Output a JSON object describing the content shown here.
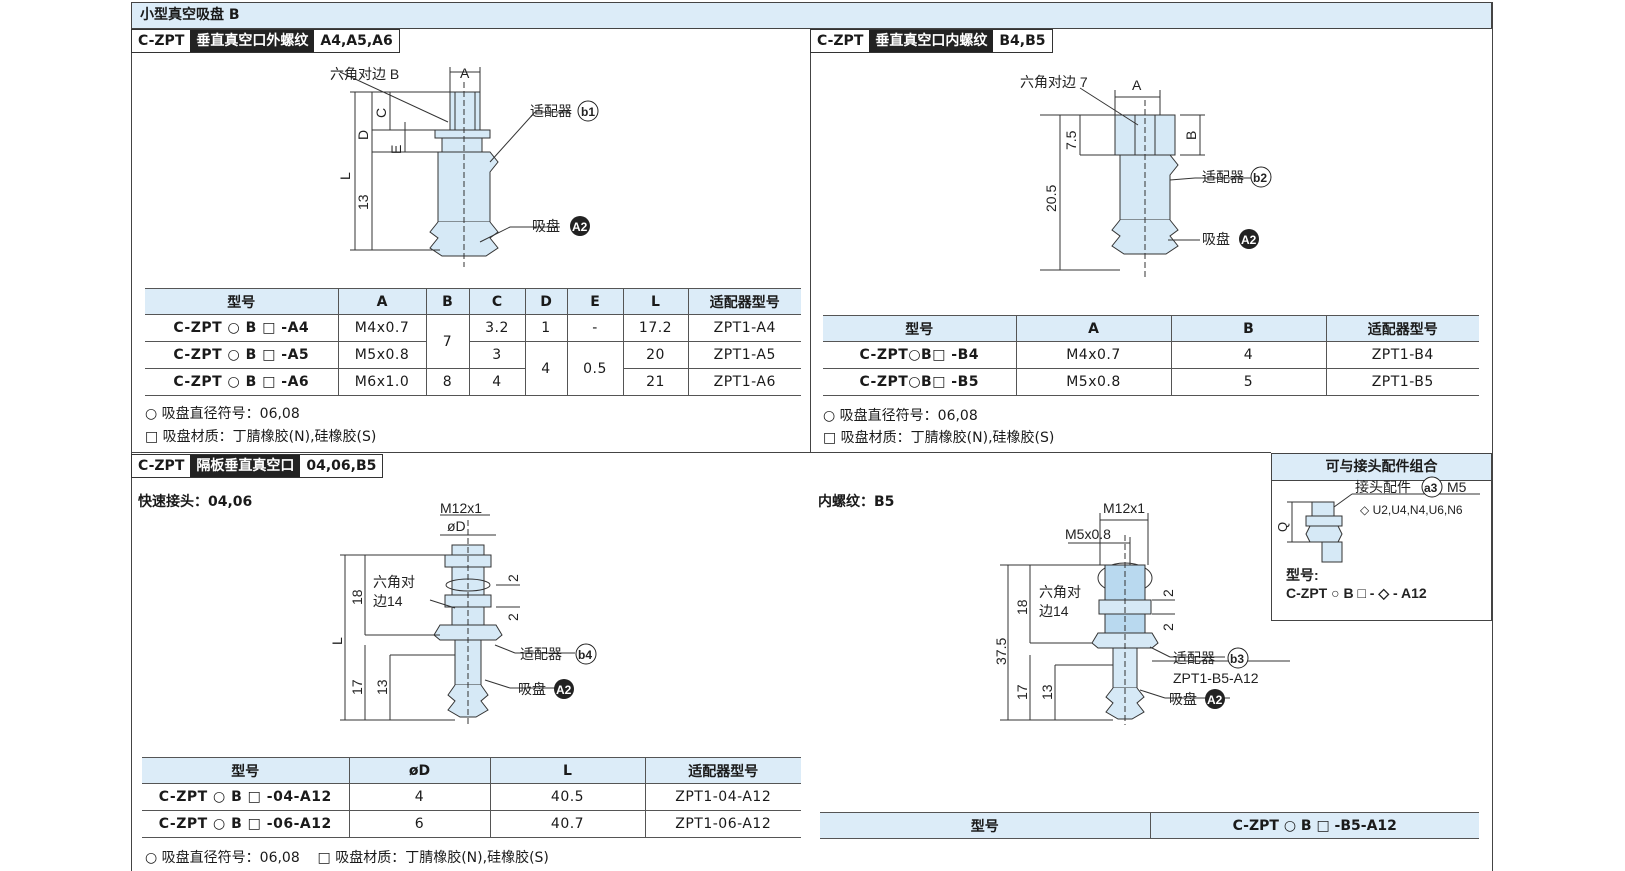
{
  "title": "小型真空吸盘 B",
  "sec1": {
    "tag": [
      "C-ZPT",
      "垂直真空口外螺纹",
      "A4,A5,A6"
    ],
    "labels": {
      "hex": "六角对边 B",
      "A": "A",
      "C": "C",
      "D": "D",
      "E": "E",
      "L": "L",
      "n13": "13",
      "adapter": "适配器",
      "adapter_badge": "b1",
      "pad": "吸盘",
      "pad_badge": "A2"
    },
    "headers": [
      "型号",
      "A",
      "B",
      "C",
      "D",
      "E",
      "L",
      "适配器型号"
    ],
    "rows": [
      {
        "model": "C-ZPT ○ B □ -A4",
        "A": "M4x0.7",
        "B": "7",
        "C": "3.2",
        "D": "1",
        "E": "-",
        "L": "17.2",
        "adp": "ZPT1-A4"
      },
      {
        "model": "C-ZPT ○ B □ -A5",
        "A": "M5x0.8",
        "C": "3",
        "D": "4",
        "E": "0.5",
        "L": "20",
        "adp": "ZPT1-A5"
      },
      {
        "model": "C-ZPT ○ B □ -A6",
        "A": "M6x1.0",
        "B": "8",
        "C": "4",
        "L": "21",
        "adp": "ZPT1-A6"
      }
    ],
    "notes": [
      "○ 吸盘直径符号：06,08",
      "□ 吸盘材质：丁腈橡胶(N),硅橡胶(S)"
    ]
  },
  "sec2": {
    "tag": [
      "C-ZPT",
      "垂直真空口内螺纹",
      "B4,B5"
    ],
    "labels": {
      "hex": "六角对边 7",
      "A": "A",
      "B": "B",
      "n75": "7.5",
      "n205": "20.5",
      "adapter": "适配器",
      "adapter_badge": "b2",
      "pad": "吸盘",
      "pad_badge": "A2"
    },
    "headers": [
      "型号",
      "A",
      "B",
      "适配器型号"
    ],
    "rows": [
      {
        "model": "C-ZPT○B□ -B4",
        "A": "M4x0.7",
        "B": "4",
        "adp": "ZPT1-B4"
      },
      {
        "model": "C-ZPT○B□ -B5",
        "A": "M5x0.8",
        "B": "5",
        "adp": "ZPT1-B5"
      }
    ],
    "notes": [
      "○ 吸盘直径符号：06,08",
      "□ 吸盘材质：丁腈橡胶(N),硅橡胶(S)"
    ]
  },
  "sec3": {
    "tag": [
      "C-ZPT",
      "隔板垂直真空口",
      "04,06,B5"
    ],
    "sub_left": "快速接头：04,06",
    "sub_right": "内螺纹：B5",
    "left_labels": {
      "m12": "M12x1",
      "phiD": "øD",
      "hex": "六角对",
      "hex2": "边14",
      "n18": "18",
      "L": "L",
      "n17": "17",
      "n13": "13",
      "n2a": "2",
      "n2b": "2",
      "adapter": "适配器",
      "adapter_badge": "b4",
      "pad": "吸盘",
      "pad_badge": "A2"
    },
    "right_labels": {
      "m12": "M12x1",
      "m5": "M5x0.8",
      "hex": "六角对",
      "hex2": "边14",
      "n18": "18",
      "n375": "37.5",
      "n17": "17",
      "n13": "13",
      "n2a": "2",
      "n2b": "2",
      "adapter": "适配器",
      "adapter_badge": "b3",
      "adapter_model": "ZPT1-B5-A12",
      "pad": "吸盘",
      "pad_badge": "A2"
    },
    "headers": [
      "型号",
      "øD",
      "L",
      "适配器型号"
    ],
    "rows": [
      {
        "model": "C-ZPT ○ B □ -04-A12",
        "D": "4",
        "L": "40.5",
        "adp": "ZPT1-04-A12"
      },
      {
        "model": "C-ZPT ○ B □ -06-A12",
        "D": "6",
        "L": "40.7",
        "adp": "ZPT1-06-A12"
      }
    ],
    "right_table": {
      "h1": "型号",
      "h2": "C-ZPT ○ B □ -B5-A12"
    },
    "notes": "○ 吸盘直径符号：06,08    □ 吸盘材质：丁腈橡胶(N),硅橡胶(S)"
  },
  "combo": {
    "header": "可与接头配件组合",
    "fitting": "接头配件",
    "fitting_badge": "a3",
    "fitting_thread": "M5",
    "options": "◇ U2,U4,N4,U6,N6",
    "q": "Q",
    "model_label": "型号:",
    "model": "C-ZPT ○ B □ - ◇ - A12"
  }
}
